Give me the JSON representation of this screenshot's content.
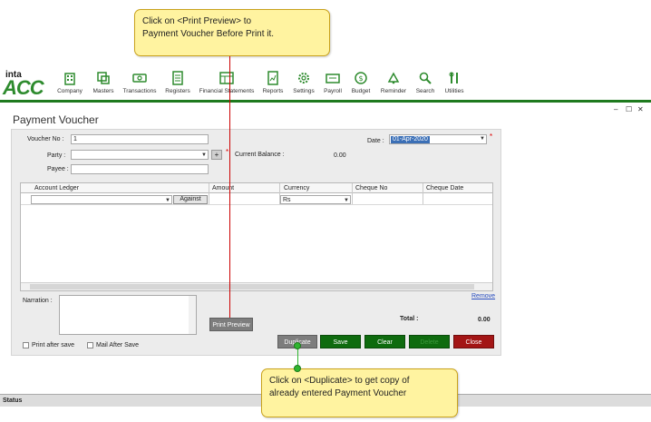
{
  "app": {
    "logo_small": "inta",
    "logo_big": "ACC"
  },
  "toolbar": [
    {
      "label": "Company",
      "icon": "company-icon"
    },
    {
      "label": "Masters",
      "icon": "masters-icon"
    },
    {
      "label": "Transactions",
      "icon": "transactions-icon"
    },
    {
      "label": "Registers",
      "icon": "registers-icon"
    },
    {
      "label": "Financial Statements",
      "icon": "financial-statements-icon"
    },
    {
      "label": "Reports",
      "icon": "reports-icon"
    },
    {
      "label": "Settings",
      "icon": "settings-icon"
    },
    {
      "label": "Payroll",
      "icon": "payroll-icon"
    },
    {
      "label": "Budget",
      "icon": "budget-icon"
    },
    {
      "label": "Reminder",
      "icon": "reminder-icon"
    },
    {
      "label": "Search",
      "icon": "search-icon"
    },
    {
      "label": "Utilities",
      "icon": "utilities-icon"
    }
  ],
  "window": {
    "title": "Payment Voucher",
    "controls": [
      "–",
      "☐",
      "✕"
    ]
  },
  "form": {
    "voucher_no_label": "Voucher No :",
    "voucher_no_value": "1",
    "party_label": "Party :",
    "party_value": "",
    "payee_label": "Payee :",
    "payee_value": "",
    "plus_label": "+",
    "current_balance_label": "Current Balance :",
    "current_balance_value": "0.00",
    "date_label": "Date :",
    "date_value": "01-Apr-2020",
    "required_mark": "*"
  },
  "grid": {
    "columns": [
      "Account Ledger",
      "Amount",
      "Currency",
      "Cheque No",
      "Cheque Date"
    ],
    "against_label": "Against",
    "currency_value": "Rs"
  },
  "remove_label": "Remove",
  "narration_label": "Narration :",
  "print_preview_label": "Print Preview",
  "total_label": "Total :",
  "total_value": "0.00",
  "print_after_save_label": "Print after save",
  "mail_after_save_label": "Mail After Save",
  "buttons": {
    "duplicate": "Duplicate",
    "save": "Save",
    "clear": "Clear",
    "delete": "Delete",
    "close": "Close"
  },
  "status_label": "Status",
  "callouts": {
    "top_line1": "Click on <Print Preview>  to",
    "top_line2": "Payment  Voucher Before Print it.",
    "bottom_line1": "Click on <Duplicate>  to get copy of",
    "bottom_line2": "already entered  Payment  Voucher"
  },
  "colors": {
    "brand_green": "#2e8b2e",
    "button_green": "#0e6b0e",
    "close_red": "#a31515",
    "gray_button": "#7d7d7d",
    "callout_bg": "#fff3a0"
  }
}
